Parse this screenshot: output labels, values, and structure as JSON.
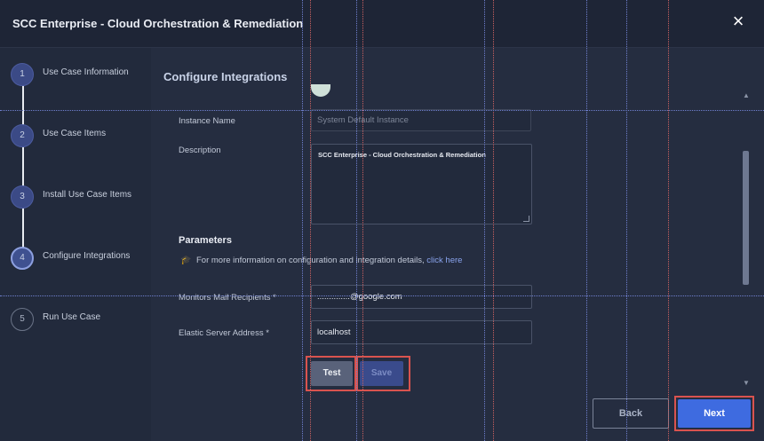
{
  "header": {
    "title": "SCC Enterprise - Cloud Orchestration & Remediation",
    "close_icon": "×"
  },
  "steps": [
    {
      "number": "1",
      "label": "Use Case Information",
      "state": "done"
    },
    {
      "number": "2",
      "label": "Use Case Items",
      "state": "done"
    },
    {
      "number": "3",
      "label": "Install Use Case Items",
      "state": "done"
    },
    {
      "number": "4",
      "label": "Configure Integrations",
      "state": "active"
    },
    {
      "number": "5",
      "label": "Run Use Case",
      "state": "pending"
    }
  ],
  "main": {
    "section_title": "Configure Integrations",
    "instance_name": {
      "label": "Instance Name",
      "value": "System Default Instance"
    },
    "description": {
      "label": "Description",
      "value": "SCC Enterprise - Cloud Orchestration & Remediation"
    },
    "parameters": {
      "title": "Parameters",
      "info_text": "For more information on configuration and integration details,",
      "info_link": "click here",
      "info_icon": "graduation-cap-icon"
    },
    "monitors_mail": {
      "label": "Monitors Mail Recipients *",
      "value": "..............@google.com"
    },
    "elastic_server": {
      "label": "Elastic Server Address *",
      "value": "localhost"
    },
    "test_label": "Test",
    "save_label": "Save"
  },
  "footer": {
    "back_label": "Back",
    "next_label": "Next"
  },
  "colors": {
    "background": "#1f2637",
    "accent": "#3e6be0",
    "highlight": "#d9534f",
    "link": "#8aa4ee"
  }
}
